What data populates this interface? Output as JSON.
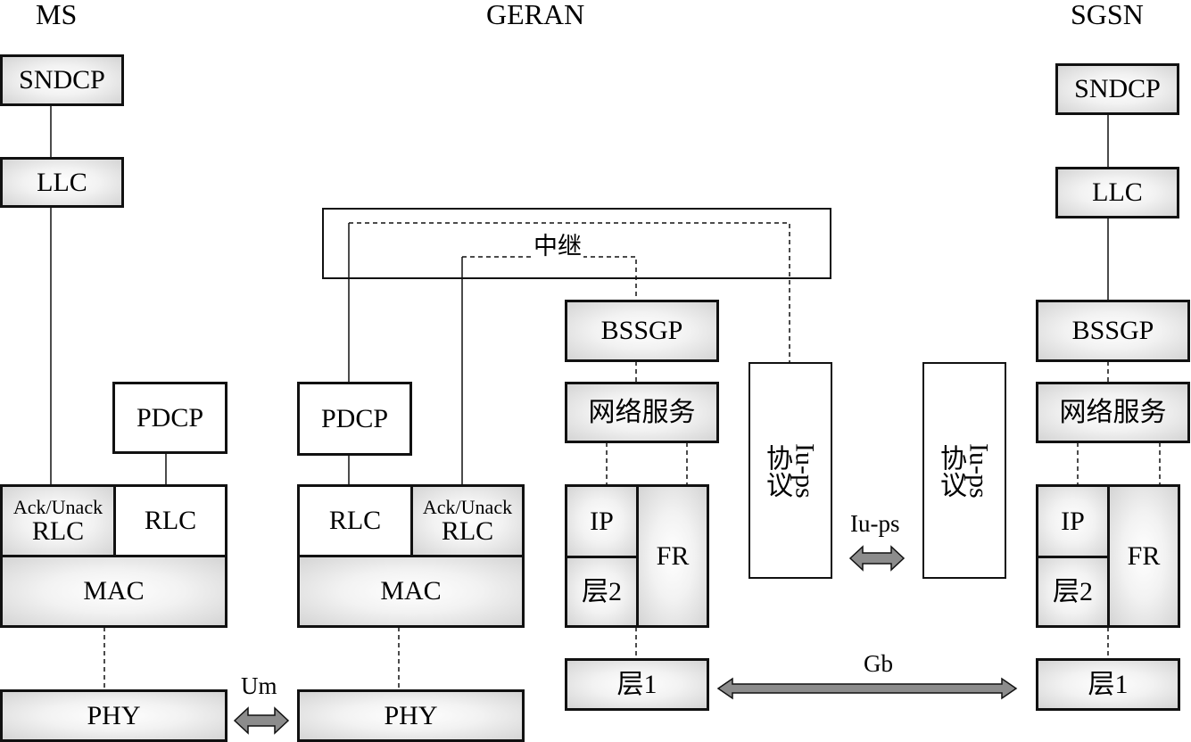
{
  "titles": {
    "ms": "MS",
    "geran": "GERAN",
    "sgsn": "SGSN"
  },
  "ms": {
    "sndcp": "SNDCP",
    "llc": "LLC",
    "pdcp": "PDCP",
    "ack_rlc_line1": "Ack/Unack",
    "ack_rlc_line2": "RLC",
    "rlc": "RLC",
    "mac": "MAC",
    "phy": "PHY"
  },
  "geran": {
    "relay": "中继",
    "pdcp": "PDCP",
    "rlc": "RLC",
    "ack_rlc_line1": "Ack/Unack",
    "ack_rlc_line2": "RLC",
    "mac": "MAC",
    "phy": "PHY",
    "bssgp": "BSSGP",
    "ns": "网络服务",
    "ip": "IP",
    "l2": "层2",
    "fr": "FR",
    "l1": "层1",
    "iups_line1": "Iu-ps",
    "iups_line2": "协议"
  },
  "core": {
    "iups_line1": "Iu-ps",
    "iups_line2": "协议"
  },
  "sgsn": {
    "sndcp": "SNDCP",
    "llc": "LLC",
    "bssgp": "BSSGP",
    "ns": "网络服务",
    "ip": "IP",
    "l2": "层2",
    "fr": "FR",
    "l1": "层1"
  },
  "interfaces": {
    "um": "Um",
    "iups": "Iu-ps",
    "gb": "Gb"
  },
  "colors": {
    "arrow_fill": "#8c8c8c",
    "border": "#111111",
    "shade_edge": "#d4d4d4"
  }
}
